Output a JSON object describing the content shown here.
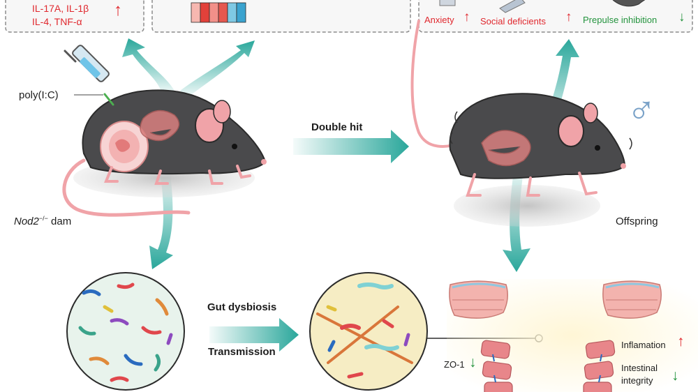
{
  "cytokines": {
    "line1": "IL-17A, IL-1β",
    "line2": "IL-4, TNF-α",
    "arrow_color": "#e0282e"
  },
  "injection_label": "poly(I:C)",
  "dam_label": {
    "gene": "Nod2",
    "superscript": "−/−",
    "suffix": " dam"
  },
  "double_hit_label": "Double hit",
  "offspring_label": "Offspring",
  "behaviors": [
    {
      "text": "Anxiety",
      "direction": "up",
      "color": "#e0282e"
    },
    {
      "text": "Social deficients",
      "direction": "up",
      "color": "#e0282e"
    },
    {
      "text": "Prepulse inhibition",
      "direction": "down",
      "color": "#23933d"
    }
  ],
  "gut_dysbiosis_label": "Gut dysbiosis",
  "transmission_label": "Transmission",
  "zo1": {
    "text": "ZO-1",
    "direction": "down",
    "color": "#23933d"
  },
  "inflammation": {
    "text": "Inflamation",
    "direction": "up",
    "color": "#e0282e"
  },
  "integrity": {
    "line1": "Intestinal",
    "line2": "integrity",
    "direction": "down",
    "color": "#23933d"
  },
  "male_symbol": "♂",
  "colors": {
    "teal": "#2aa79b",
    "mouse_body": "#4a4a4c",
    "mouse_pink": "#f0a3a8",
    "petri_fill": "#f6edc4",
    "gut_glow": "#fff3cc"
  }
}
